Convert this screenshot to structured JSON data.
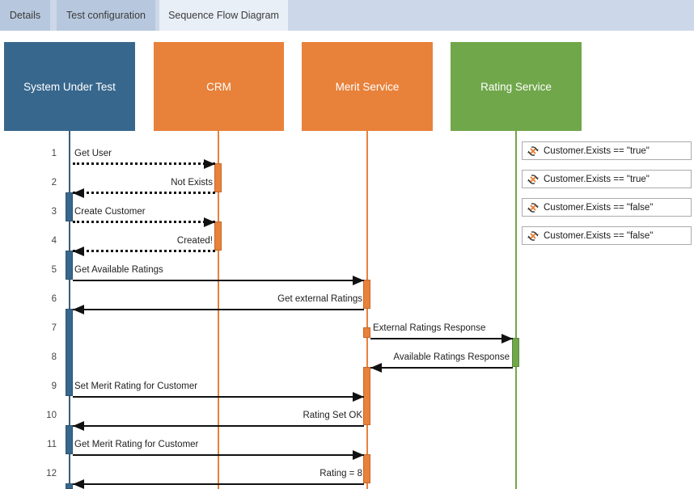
{
  "tabs": [
    {
      "label": "Details",
      "active": false
    },
    {
      "label": "Test configuration",
      "active": false
    },
    {
      "label": "Sequence Flow Diagram",
      "active": true
    }
  ],
  "lifelines": [
    {
      "name": "System Under Test",
      "color": "#38678d"
    },
    {
      "name": "CRM",
      "color": "#e8813a"
    },
    {
      "name": "Merit Service",
      "color": "#e8813a"
    },
    {
      "name": "Rating Service",
      "color": "#70a74a"
    }
  ],
  "messages": [
    {
      "num": "1",
      "label": "Get User",
      "from": "System Under Test",
      "to": "CRM",
      "line": "dotted"
    },
    {
      "num": "2",
      "label": "Not Exists",
      "from": "CRM",
      "to": "System Under Test",
      "line": "dotted"
    },
    {
      "num": "3",
      "label": "Create Customer",
      "from": "System Under Test",
      "to": "CRM",
      "line": "dotted"
    },
    {
      "num": "4",
      "label": "Created!",
      "from": "CRM",
      "to": "System Under Test",
      "line": "dotted"
    },
    {
      "num": "5",
      "label": "Get Available Ratings",
      "from": "System Under Test",
      "to": "Merit Service",
      "line": "solid"
    },
    {
      "num": "6",
      "label": "Get external Ratings",
      "from": "Merit Service",
      "to": "System Under Test",
      "line": "solid"
    },
    {
      "num": "7",
      "label": "External Ratings Response",
      "from": "Merit Service",
      "to": "Rating Service",
      "line": "solid"
    },
    {
      "num": "8",
      "label": "Available Ratings Response",
      "from": "Rating Service",
      "to": "Merit Service",
      "line": "solid"
    },
    {
      "num": "9",
      "label": "Set Merit Rating for Customer",
      "from": "System Under Test",
      "to": "Merit Service",
      "line": "solid"
    },
    {
      "num": "10",
      "label": "Rating Set OK",
      "from": "Merit Service",
      "to": "System Under Test",
      "line": "solid"
    },
    {
      "num": "11",
      "label": "Get Merit Rating for Customer",
      "from": "System Under Test",
      "to": "Merit Service",
      "line": "solid"
    },
    {
      "num": "12",
      "label": "Rating = 8",
      "from": "Merit Service",
      "to": "System Under Test",
      "line": "solid"
    }
  ],
  "conditions": [
    {
      "icon": "condition-rule-icon",
      "text": "Customer.Exists == \"true\""
    },
    {
      "icon": "condition-rule-icon",
      "text": "Customer.Exists == \"true\""
    },
    {
      "icon": "condition-rule-icon",
      "text": "Customer.Exists == \"false\""
    },
    {
      "icon": "condition-rule-icon",
      "text": "Customer.Exists == \"false\""
    }
  ],
  "colors": {
    "tab_bar": "#ccd8e9",
    "tab_inactive": "#b7c8de",
    "tab_active": "#e9eff7",
    "sut_blue": "#38678d",
    "service_orange": "#e8813a",
    "rating_green": "#70a74a",
    "arrow_black": "#111111"
  }
}
